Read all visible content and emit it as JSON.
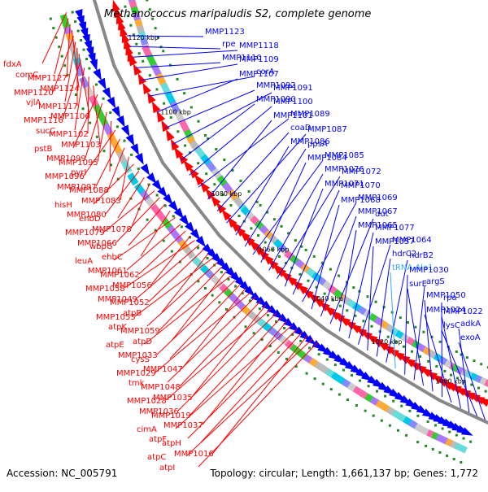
{
  "title": "Methanococcus maripaludis S2, complete genome",
  "accession": "Accession: NC_005791",
  "topology": "Topology: circular; Length: 1,661,137 bp; Genes: 1,772",
  "colors": {
    "forward_strand": "#ff0000",
    "reverse_strand": "#0000ff",
    "trna": "#33aaff",
    "backbone": "#888888",
    "tick_marks": "#228822"
  },
  "scale_ticks": [
    "1120 kbp",
    "1100 kbp",
    "1080 kbp",
    "1060 kbp",
    "1040 kbp",
    "1020 kbp",
    "1000 kbp"
  ],
  "reverse_labels": [
    "MMP1123",
    "rpe",
    "MMP1118",
    "MMP1110",
    "MMP1109",
    "corA",
    "MMP1107",
    "MMP1092",
    "MMP1091",
    "MMP1090",
    "MMP1100",
    "MMP1089",
    "MMP1101",
    "coaD",
    "MMP1087",
    "MMP1086",
    "ppsA",
    "MMP1085",
    "MMP1084",
    "MMP1076",
    "MMP1072",
    "MMP1071",
    "MMP1070",
    "MMP1069",
    "MMP1068",
    "MMP1067",
    "dut",
    "MMP1065",
    "MMP1077",
    "MMP1064",
    "MMP1057",
    "hdrC2",
    "hdrB2",
    "tRNA-Ala1",
    "MMP1030",
    "argS",
    "surE",
    "MMP1050",
    "rpa",
    "MMP1024",
    "MMP1022",
    "adkA",
    "lysC",
    "exoA"
  ],
  "forward_labels": [
    "fdxA",
    "comC",
    "MMP1127",
    "MMP1124",
    "MMP1120",
    "vjlA",
    "MMP1117",
    "MMP1106",
    "MMP1116",
    "sucC",
    "MMP1102",
    "MMP1103",
    "pstB",
    "MMP1099",
    "MMP1095",
    "pyrI",
    "MMP1096",
    "MMP1097",
    "MMP1088",
    "MMP1083",
    "hisH",
    "MMP1080",
    "ehbD",
    "MMP1078",
    "MMP1079",
    "MMP1066",
    "wbpG",
    "ehbC",
    "leuA",
    "MMP1061",
    "MMP1062",
    "MMP1056",
    "MMP1058",
    "MMP1049",
    "MMP1052",
    "atpB",
    "MMP1055",
    "atpK",
    "MMP1059",
    "atpD",
    "atpE",
    "MMP1033",
    "cysS",
    "MMP1047",
    "MMP1029",
    "tmk",
    "MMP1048",
    "MMP1035",
    "MMP1028",
    "MMP1036",
    "MMP1019",
    "MMP1037",
    "cimA",
    "atpF",
    "atpH",
    "MMP1016",
    "atpC",
    "atpI"
  ]
}
